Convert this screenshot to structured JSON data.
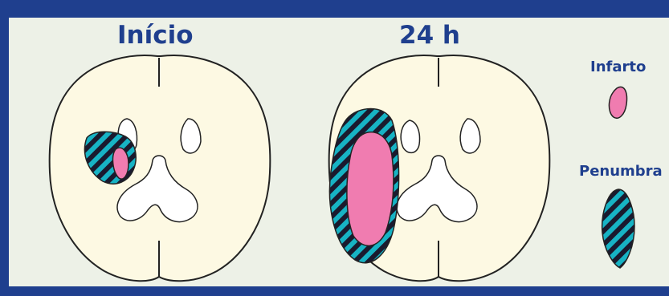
{
  "figure": {
    "title_fragment": "",
    "panels": [
      {
        "label": "Início"
      },
      {
        "label": "24 h"
      }
    ],
    "legend": [
      {
        "label": "Infarto",
        "color": "#f07cb0"
      },
      {
        "label": "Penumbra",
        "pattern": "diagonal-stripes",
        "colors": [
          "#17b3c4",
          "#1a1a2e"
        ]
      }
    ]
  },
  "colors": {
    "frame": "#1f3f8e",
    "background": "#edf1e7",
    "brain": "#fdf9e3",
    "outline": "#222222",
    "infarct": "#f07cb0",
    "penumbra_stripe_a": "#17b3c4",
    "penumbra_stripe_b": "#1a1a2e"
  }
}
